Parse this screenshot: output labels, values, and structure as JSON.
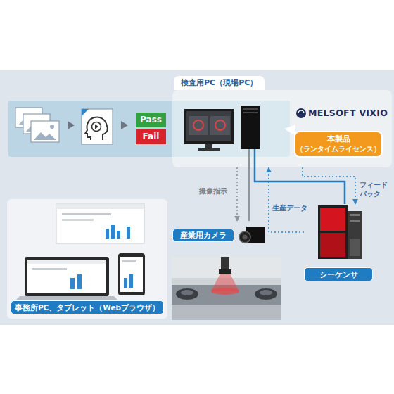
{
  "diagram": {
    "nodes": [
      {
        "text": [
          "検査用PC（現場PC）"
        ]
      },
      {
        "text": [
          "Pass"
        ]
      },
      {
        "text": [
          "Fail"
        ]
      },
      {
        "text": [
          "本製品",
          "（ランタイムライセンス）"
        ],
        "in": 0
      },
      {
        "text": [
          "産業用カメラ"
        ]
      },
      {
        "text": [
          "シーケンサ"
        ]
      },
      {
        "text": [
          "事務所PC、タブレット（Webブラウザ）"
        ]
      }
    ],
    "edges": [
      {
        "from": 0,
        "to": 4,
        "arrow": "none"
      },
      {
        "from": 0,
        "to": 4,
        "arrow": "to",
        "label": "撮像指示"
      },
      {
        "from": 0,
        "to": 5,
        "arrow": "none"
      },
      {
        "from": 5,
        "to": 0,
        "arrow": "to",
        "label": "生産データ"
      },
      {
        "from": 0,
        "to": 5,
        "arrow": "to",
        "label": "フィード バック"
      }
    ],
    "labels": [
      "MELSOFT VIXIO"
    ]
  }
}
